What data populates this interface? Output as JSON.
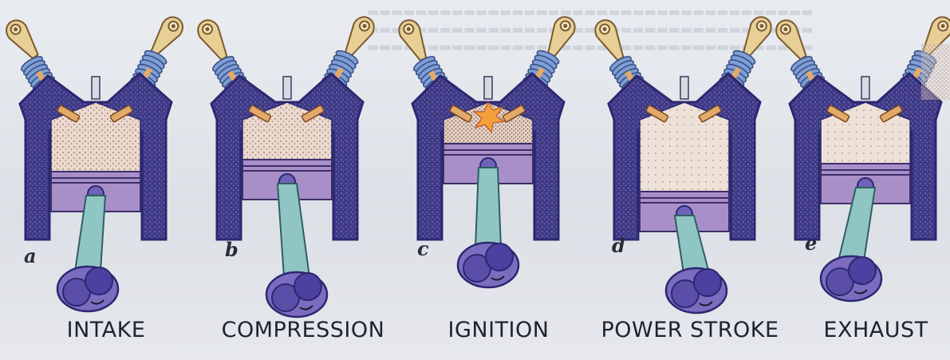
{
  "figure": {
    "stages": [
      {
        "letter": "a",
        "label": "INTAKE"
      },
      {
        "letter": "b",
        "label": "COMPRESSION"
      },
      {
        "letter": "c",
        "label": "IGNITION"
      },
      {
        "letter": "d",
        "label": "POWER STROKE"
      },
      {
        "letter": "e",
        "label": "EXHAUST"
      }
    ]
  },
  "colors": {
    "cylinder_wall": "#3f3a86",
    "piston": "#a98fc8",
    "connecting_rod": "#8fc6c4",
    "valve_spring": "#7d9fd6",
    "valve_head": "#e1aa6b",
    "rocker": "#e8cf96",
    "gas_mixture": "#ecd9cd",
    "spark": "#f5a13b"
  }
}
